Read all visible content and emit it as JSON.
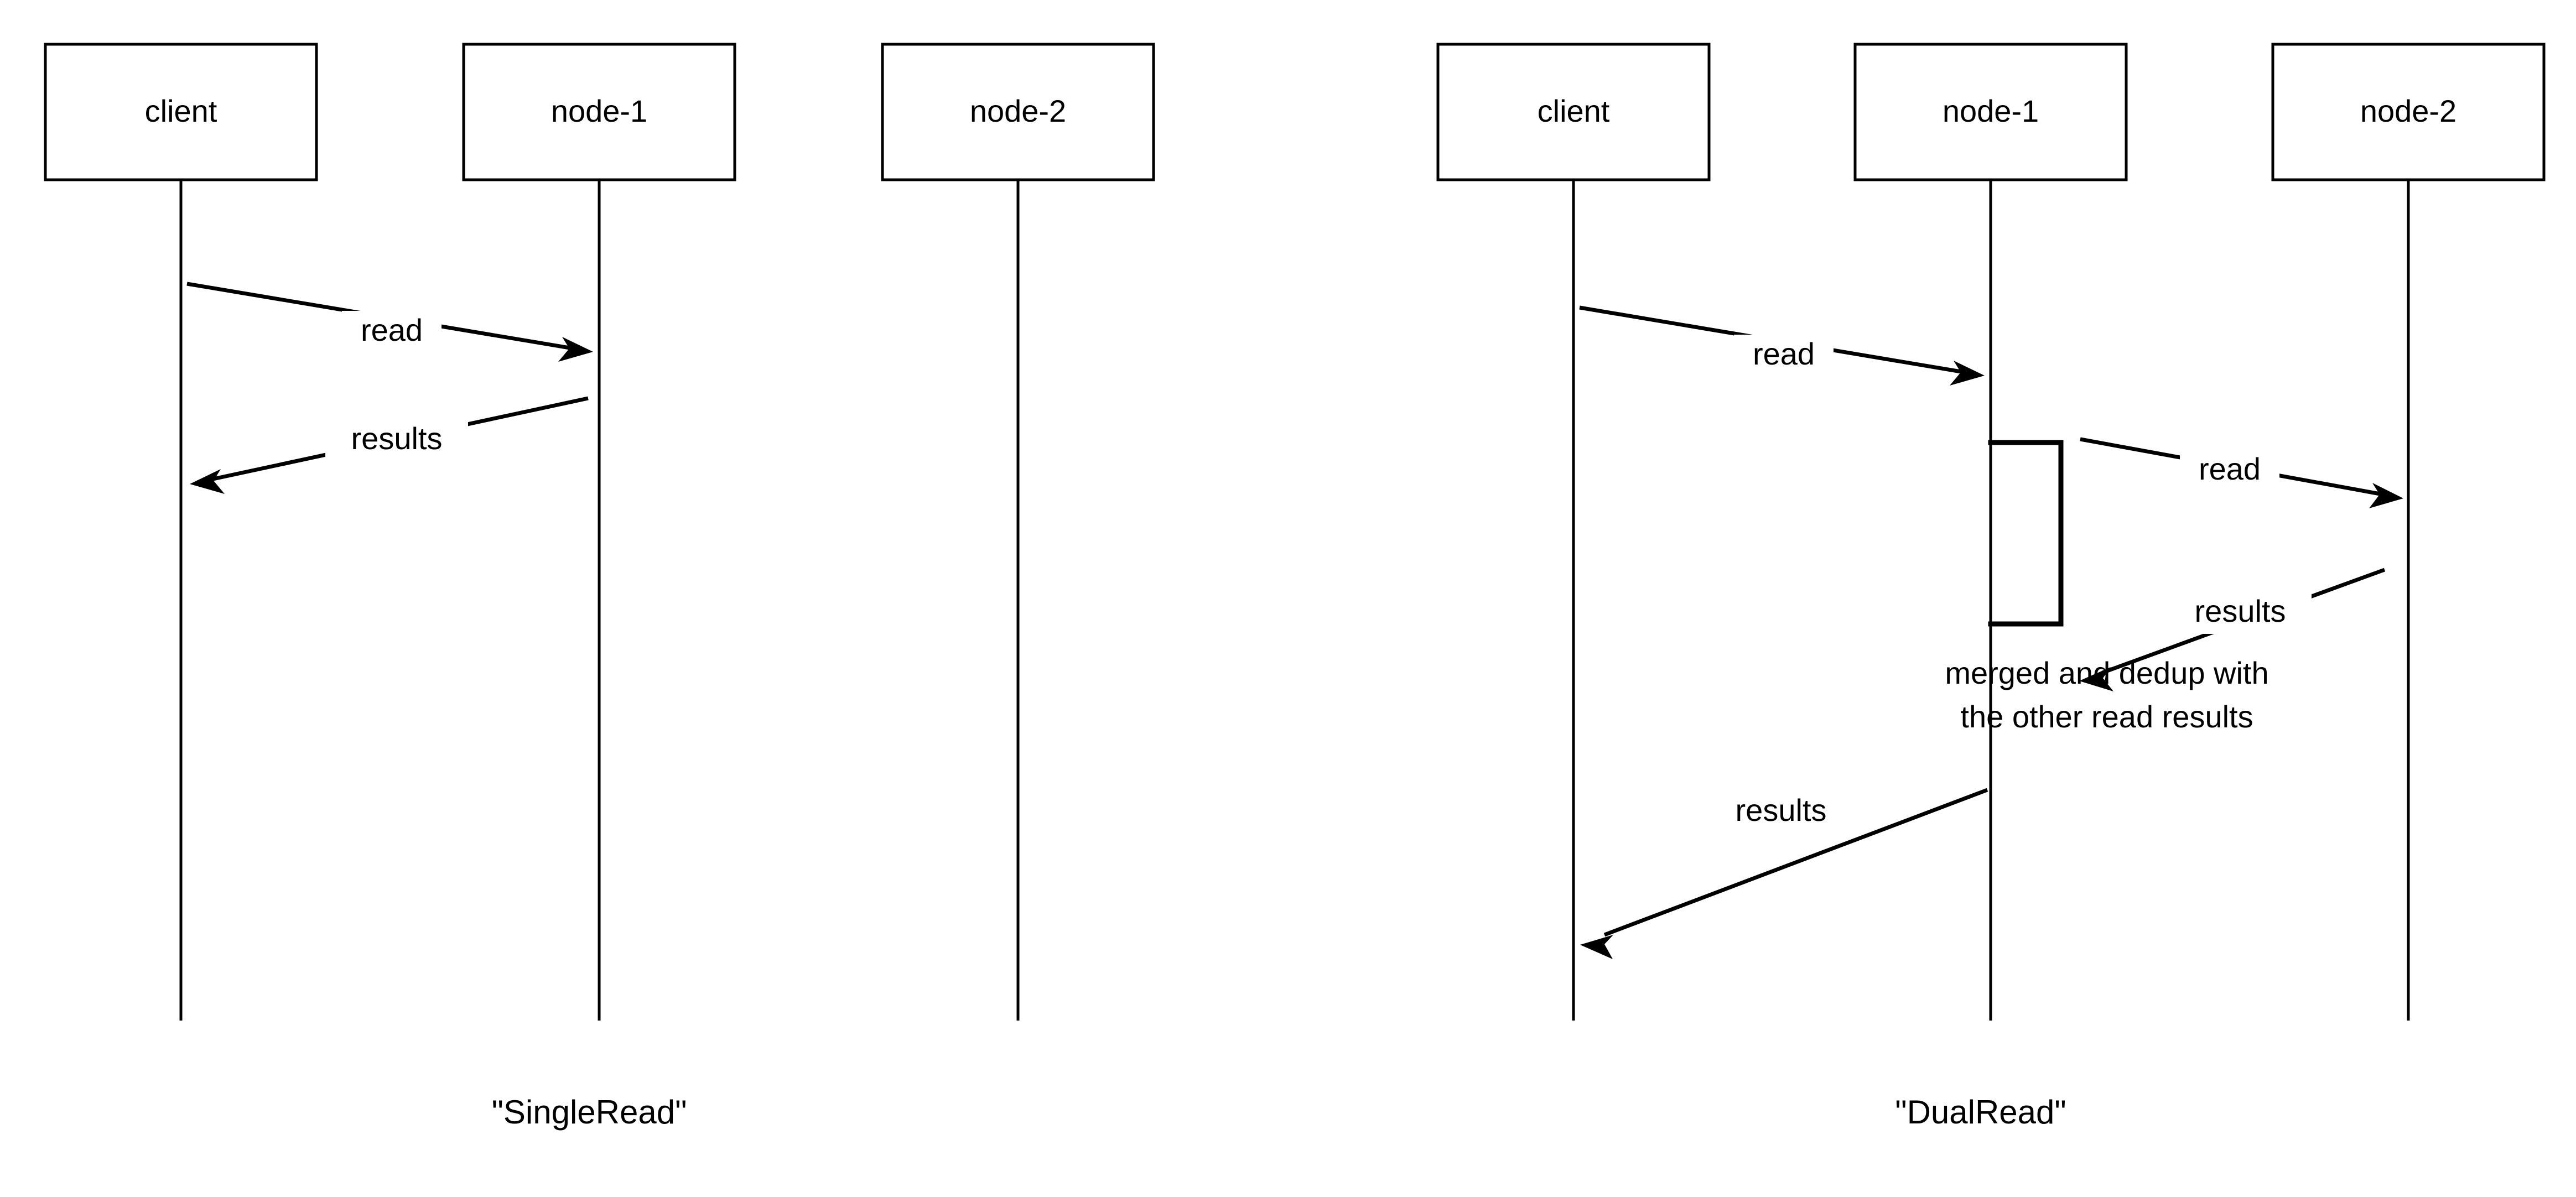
{
  "diagram": {
    "type": "sequence-diagram-pair",
    "background": "#ffffff",
    "stroke_color": "#000000",
    "panels": [
      {
        "id": "single-read",
        "caption": "\"SingleRead\"",
        "participants": [
          {
            "id": "client",
            "label": "client"
          },
          {
            "id": "node-1",
            "label": "node-1"
          },
          {
            "id": "node-2",
            "label": "node-2"
          }
        ],
        "messages": [
          {
            "id": "m1",
            "label": "read",
            "from": "client",
            "to": "node-1",
            "direction": "right"
          },
          {
            "id": "m2",
            "label": "results",
            "from": "node-1",
            "to": "client",
            "direction": "left"
          }
        ],
        "activations": [],
        "notes": []
      },
      {
        "id": "dual-read",
        "caption": "\"DualRead\"",
        "participants": [
          {
            "id": "client",
            "label": "client"
          },
          {
            "id": "node-1",
            "label": "node-1"
          },
          {
            "id": "node-2",
            "label": "node-2"
          }
        ],
        "messages": [
          {
            "id": "m1",
            "label": "read",
            "from": "client",
            "to": "node-1",
            "direction": "right"
          },
          {
            "id": "m2",
            "label": "read",
            "from": "node-1",
            "to": "node-2",
            "direction": "right"
          },
          {
            "id": "m3",
            "label": "results",
            "from": "node-2",
            "to": "node-1",
            "direction": "left"
          },
          {
            "id": "m4",
            "label": "results",
            "from": "node-1",
            "to": "client",
            "direction": "left"
          }
        ],
        "activations": [
          {
            "id": "a1",
            "on": "node-1"
          }
        ],
        "notes": [
          {
            "id": "n1",
            "on": "node-1",
            "lines": [
              "merged and dedup with",
              "the other read results"
            ]
          }
        ]
      }
    ]
  }
}
